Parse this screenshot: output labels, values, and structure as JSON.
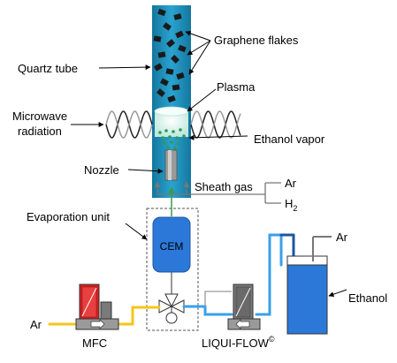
{
  "labels": {
    "quartz_tube": "Quartz tube",
    "graphene_flakes": "Graphene flakes",
    "plasma": "Plasma",
    "microwave_line1": "Microwave",
    "microwave_line2": "radiation",
    "ethanol_vapor": "Ethanol vapor",
    "nozzle": "Nozzle",
    "sheath_gas": "Sheath gas",
    "ar_top": "Ar",
    "h2_main": "H",
    "h2_sub": "2",
    "evaporation_unit": "Evaporation unit",
    "cem": "CEM",
    "ar_right": "Ar",
    "ethanol": "Ethanol",
    "ar_left": "Ar",
    "mfc": "MFC",
    "liquiflow": "LIQUI-FLOW",
    "liquiflow_mark": "©"
  },
  "colors": {
    "tube": "#1f8fbe",
    "tube_edge": "#156f96",
    "flake": "#1a1a1a",
    "plasma": "#dff3ee",
    "vapor": "#2f9a5a",
    "cem": "#2b78d8",
    "ethanol_liquid": "#2b78d8",
    "gas_line": "#f5c518",
    "liquid_line": "#3aa0e8",
    "device_red": "#d62020",
    "device_grey": "#8a8a8a"
  },
  "icons": [
    "arrow-right-icon",
    "arrow-left-icon",
    "three-way-valve-icon"
  ]
}
